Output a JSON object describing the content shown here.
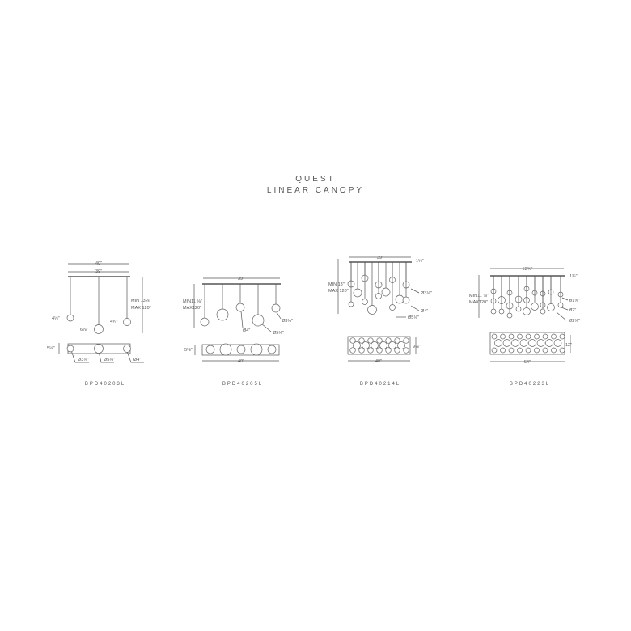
{
  "title": {
    "line1": "QUEST",
    "line2": "LINEAR CANOPY"
  },
  "models": [
    {
      "code": "BPD40203L",
      "overall_width": "40\"",
      "canopy_width": "39\"",
      "min": "MIN 13⅛\"",
      "max": "MAX 120\"",
      "drop_labels": [
        "4⅛\"",
        "6⅞\"",
        "4¾\""
      ],
      "depth": "5⅛\"",
      "diameters": [
        "Ø3⅛\"",
        "Ø5⅛\"",
        "Ø4\""
      ]
    },
    {
      "code": "BPD40205L",
      "canopy_width": "39\"",
      "min": "MIN11 ⅛\"",
      "max": "MAX120\"",
      "diameters": [
        "Ø4\"",
        "Ø5⅛\"",
        "Ø3⅛\""
      ],
      "depth": "5⅛\"",
      "overall_width": "40\""
    },
    {
      "code": "BPD40214L",
      "canopy_width": "39\"",
      "canopy_height": "1⅛\"",
      "min": "MIN 13\"",
      "max": "MAX 120\"",
      "diameters": [
        "Ø3⅛\"",
        "Ø4\"",
        "Ø5⅛\""
      ],
      "depth": "9⅛\"",
      "overall_width": "40\""
    },
    {
      "code": "BPD40223L",
      "canopy_width": "52¾\"",
      "canopy_height": "1¾\"",
      "min": "MIN11 ⅝\"",
      "max": "MAX120\"",
      "diameters": [
        "Ø1⅝\"",
        "Ø2\"",
        "Ø2⅝\""
      ],
      "depth": "12\"",
      "overall_width": "54\""
    }
  ]
}
